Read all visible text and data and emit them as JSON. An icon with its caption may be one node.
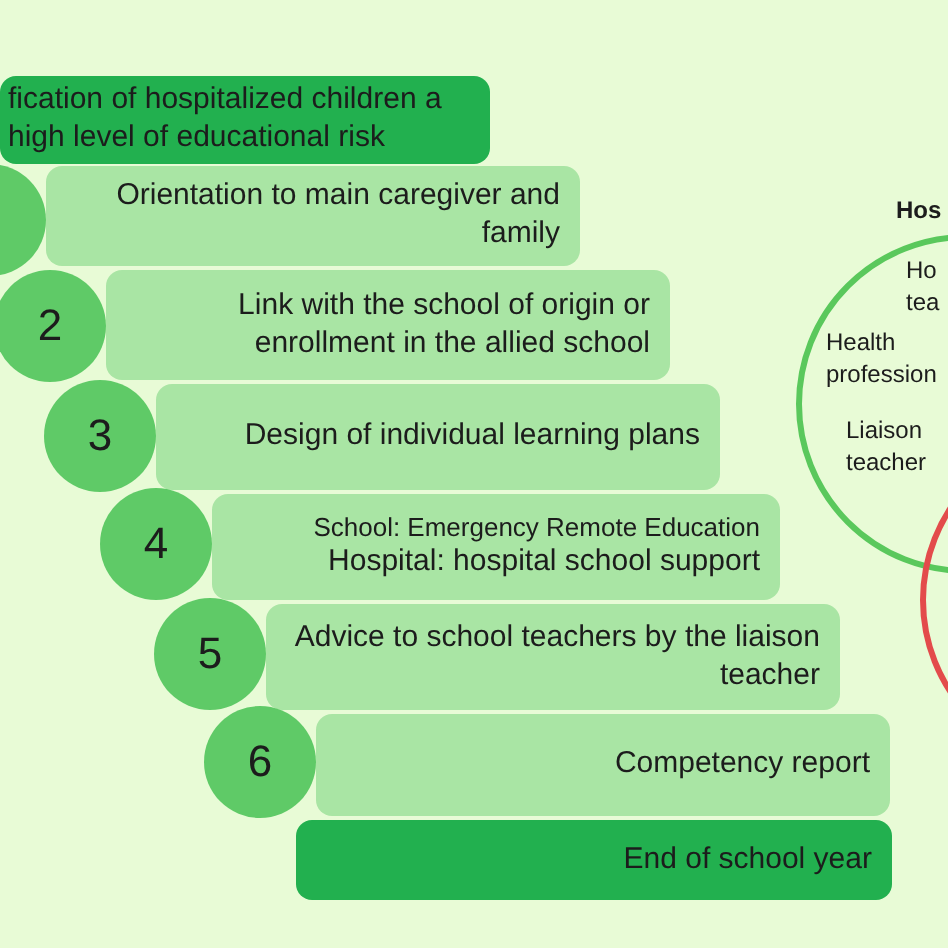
{
  "diagram": {
    "nodes": [
      {
        "text": [
          "fication of hospitalized children a high level of educational risk"
        ]
      },
      {
        "text": [],
        "shape": "circle"
      },
      {
        "text": [
          "Orientation to main caregiver and family"
        ]
      },
      {
        "text": [
          "2"
        ]
      },
      {
        "text": [
          "Link with the school of origin or enrollment in the allied school"
        ]
      },
      {
        "text": [
          "3"
        ]
      },
      {
        "text": [
          "Design of individual learning plans"
        ]
      },
      {
        "text": [
          "4"
        ]
      },
      {
        "text": [
          "School: Emergency Remote Education",
          "Hospital: hospital school support"
        ]
      },
      {
        "text": [
          "5"
        ]
      },
      {
        "text": [
          "Advice to school teachers by the liaison teacher"
        ]
      },
      {
        "text": [
          "6"
        ]
      },
      {
        "text": [
          "Competency report"
        ]
      },
      {
        "text": [
          "End of school year"
        ]
      },
      {
        "text": [
          "Hos",
          "Ho tea",
          "Health profession",
          "Liaison teacher"
        ]
      },
      {
        "text": [],
        "shape": "circle"
      }
    ]
  }
}
